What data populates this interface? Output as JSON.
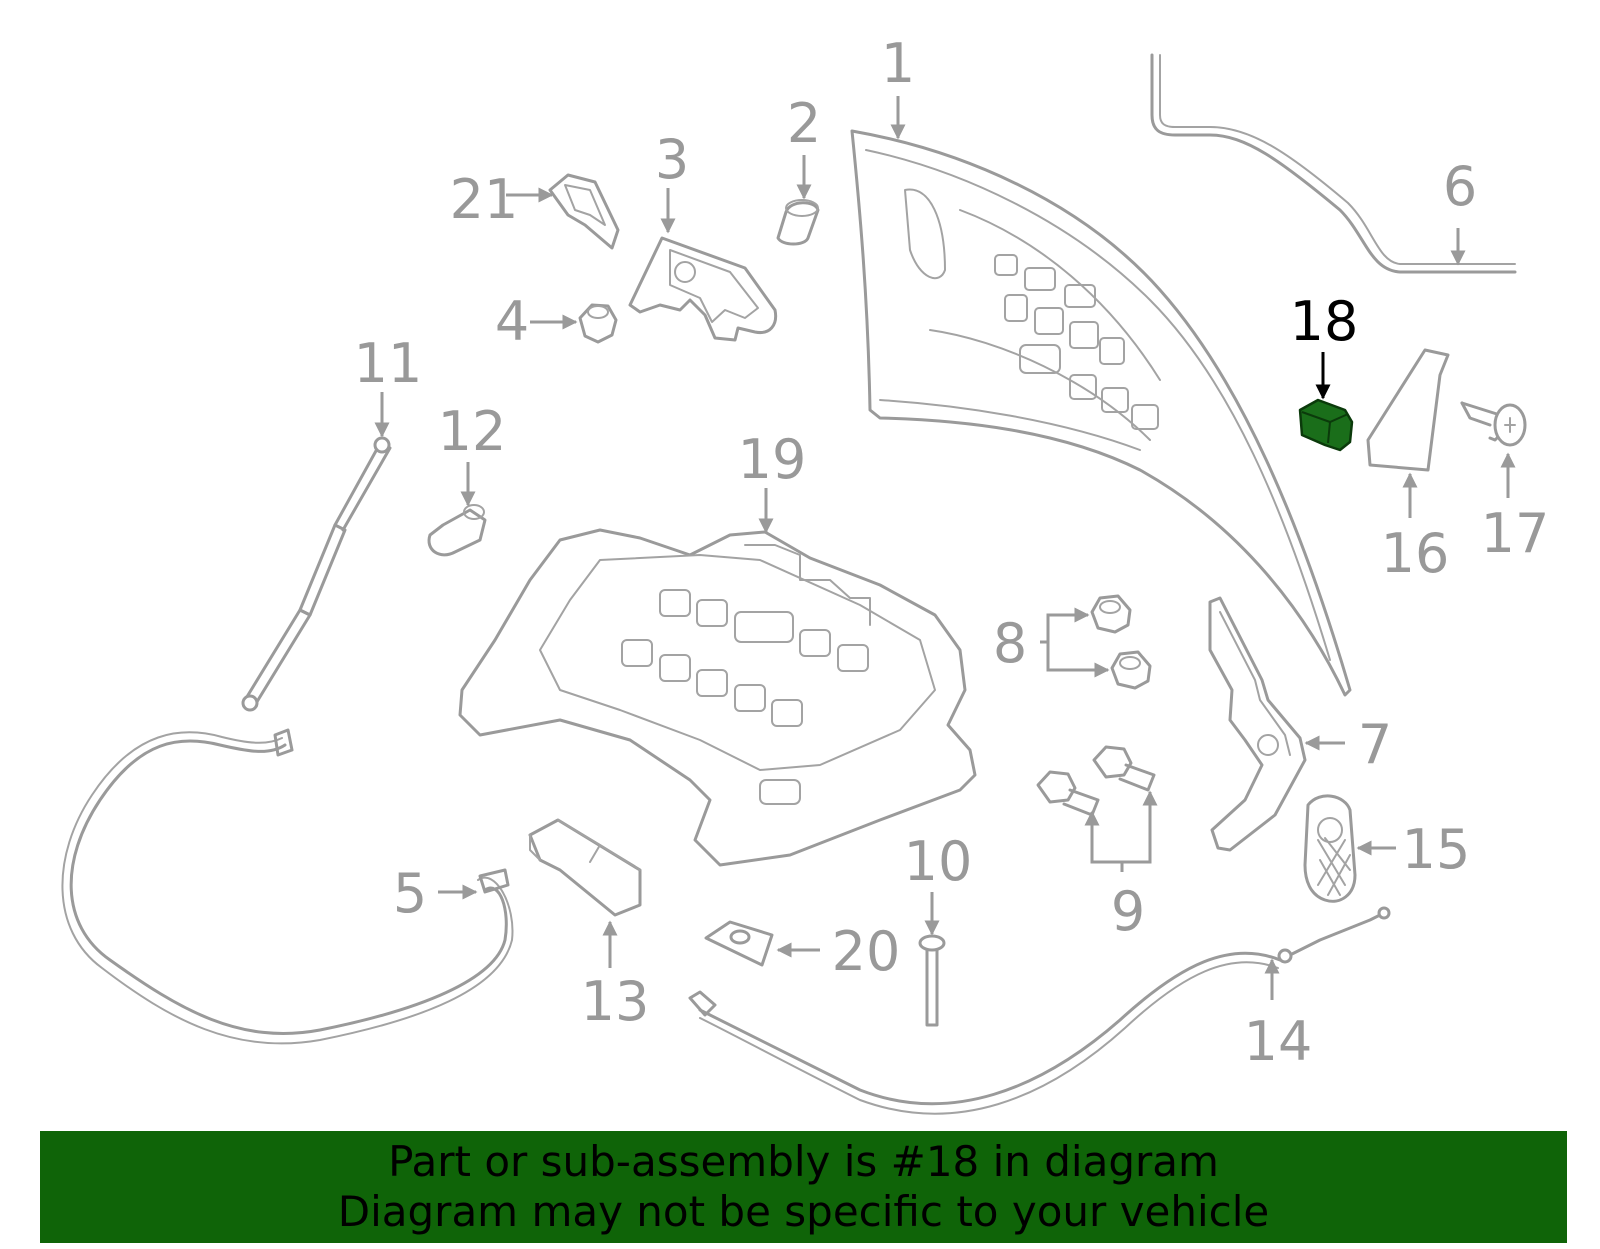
{
  "colors": {
    "line_art": "#9a9a9a",
    "callout_text": "#999999",
    "highlight_part": "#1a6e1a",
    "banner_background": "#0f6408",
    "banner_text": "#000000"
  },
  "highlighted_part": "18",
  "callouts": [
    "1",
    "2",
    "3",
    "4",
    "5",
    "6",
    "7",
    "8",
    "9",
    "10",
    "11",
    "12",
    "13",
    "14",
    "15",
    "16",
    "17",
    "18",
    "19",
    "20",
    "21"
  ],
  "banner": {
    "line1": "Part or sub-assembly is #18 in diagram",
    "line2": "Diagram may not be specific to your vehicle"
  }
}
